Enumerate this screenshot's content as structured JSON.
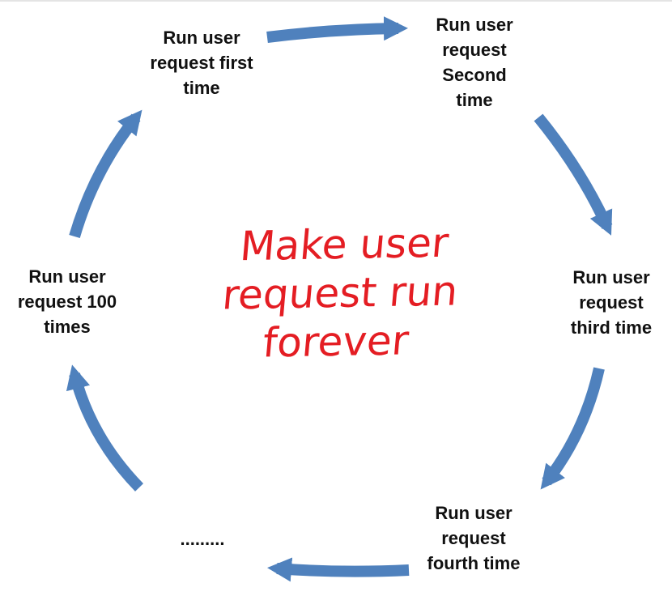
{
  "diagram": {
    "center_text": "Make user\nrequest run\nforever",
    "steps": [
      {
        "id": "first",
        "text": "Run user\nrequest first\ntime"
      },
      {
        "id": "second",
        "text": "Run user\nrequest\nSecond\ntime"
      },
      {
        "id": "third",
        "text": "Run user\nrequest\nthird  time"
      },
      {
        "id": "fourth",
        "text": "Run user\nrequest\nfourth time"
      },
      {
        "id": "ellipsis",
        "text": "........."
      },
      {
        "id": "hundred",
        "text": "Run user\nrequest 100\ntimes"
      }
    ],
    "colors": {
      "arrow": "#4f81bd",
      "center_text": "#e41d23",
      "label_text": "#111111"
    }
  }
}
